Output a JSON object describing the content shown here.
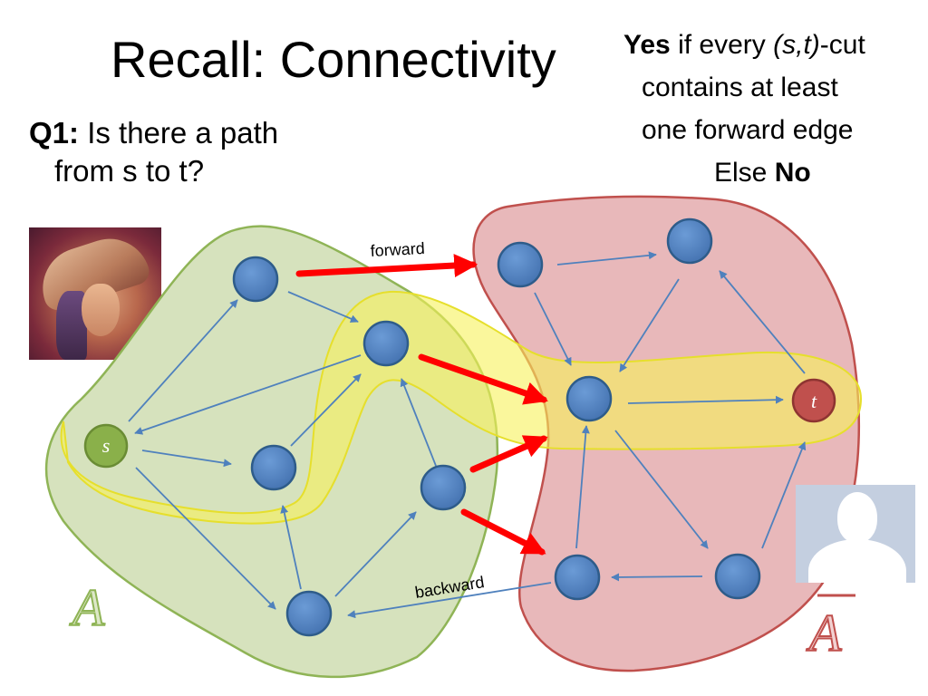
{
  "title": "Recall: Connectivity",
  "question": {
    "label": "Q1:",
    "line1": "Is there a path",
    "line2": "from s to t?"
  },
  "answer": {
    "yes": "Yes",
    "if_every": "if every",
    "st": "(s,t)",
    "cut": "-cut",
    "line2": "contains at least",
    "line3": "one forward edge",
    "else": "Else",
    "no": "No"
  },
  "edge_labels": {
    "forward": "forward",
    "backward": "backward"
  },
  "nodes": {
    "s": "s",
    "t": "t"
  },
  "set_labels": {
    "a": "A",
    "a_bar": "A"
  },
  "colors": {
    "green_set": "#d6e2bd",
    "green_border": "#8fb456",
    "red_set": "#e8b8ba",
    "red_border": "#c0504d",
    "path_highlight": "#f7f25a",
    "node_blue": "#4f81bd",
    "node_border": "#2e5c8a",
    "edge_blue": "#4f81bd",
    "cut_edge_red": "#ff0000",
    "s_green": "#8ab04a",
    "t_red": "#c0504d"
  },
  "icons": {
    "photo": "portrait-photo",
    "avatar": "default-user-avatar-icon"
  }
}
